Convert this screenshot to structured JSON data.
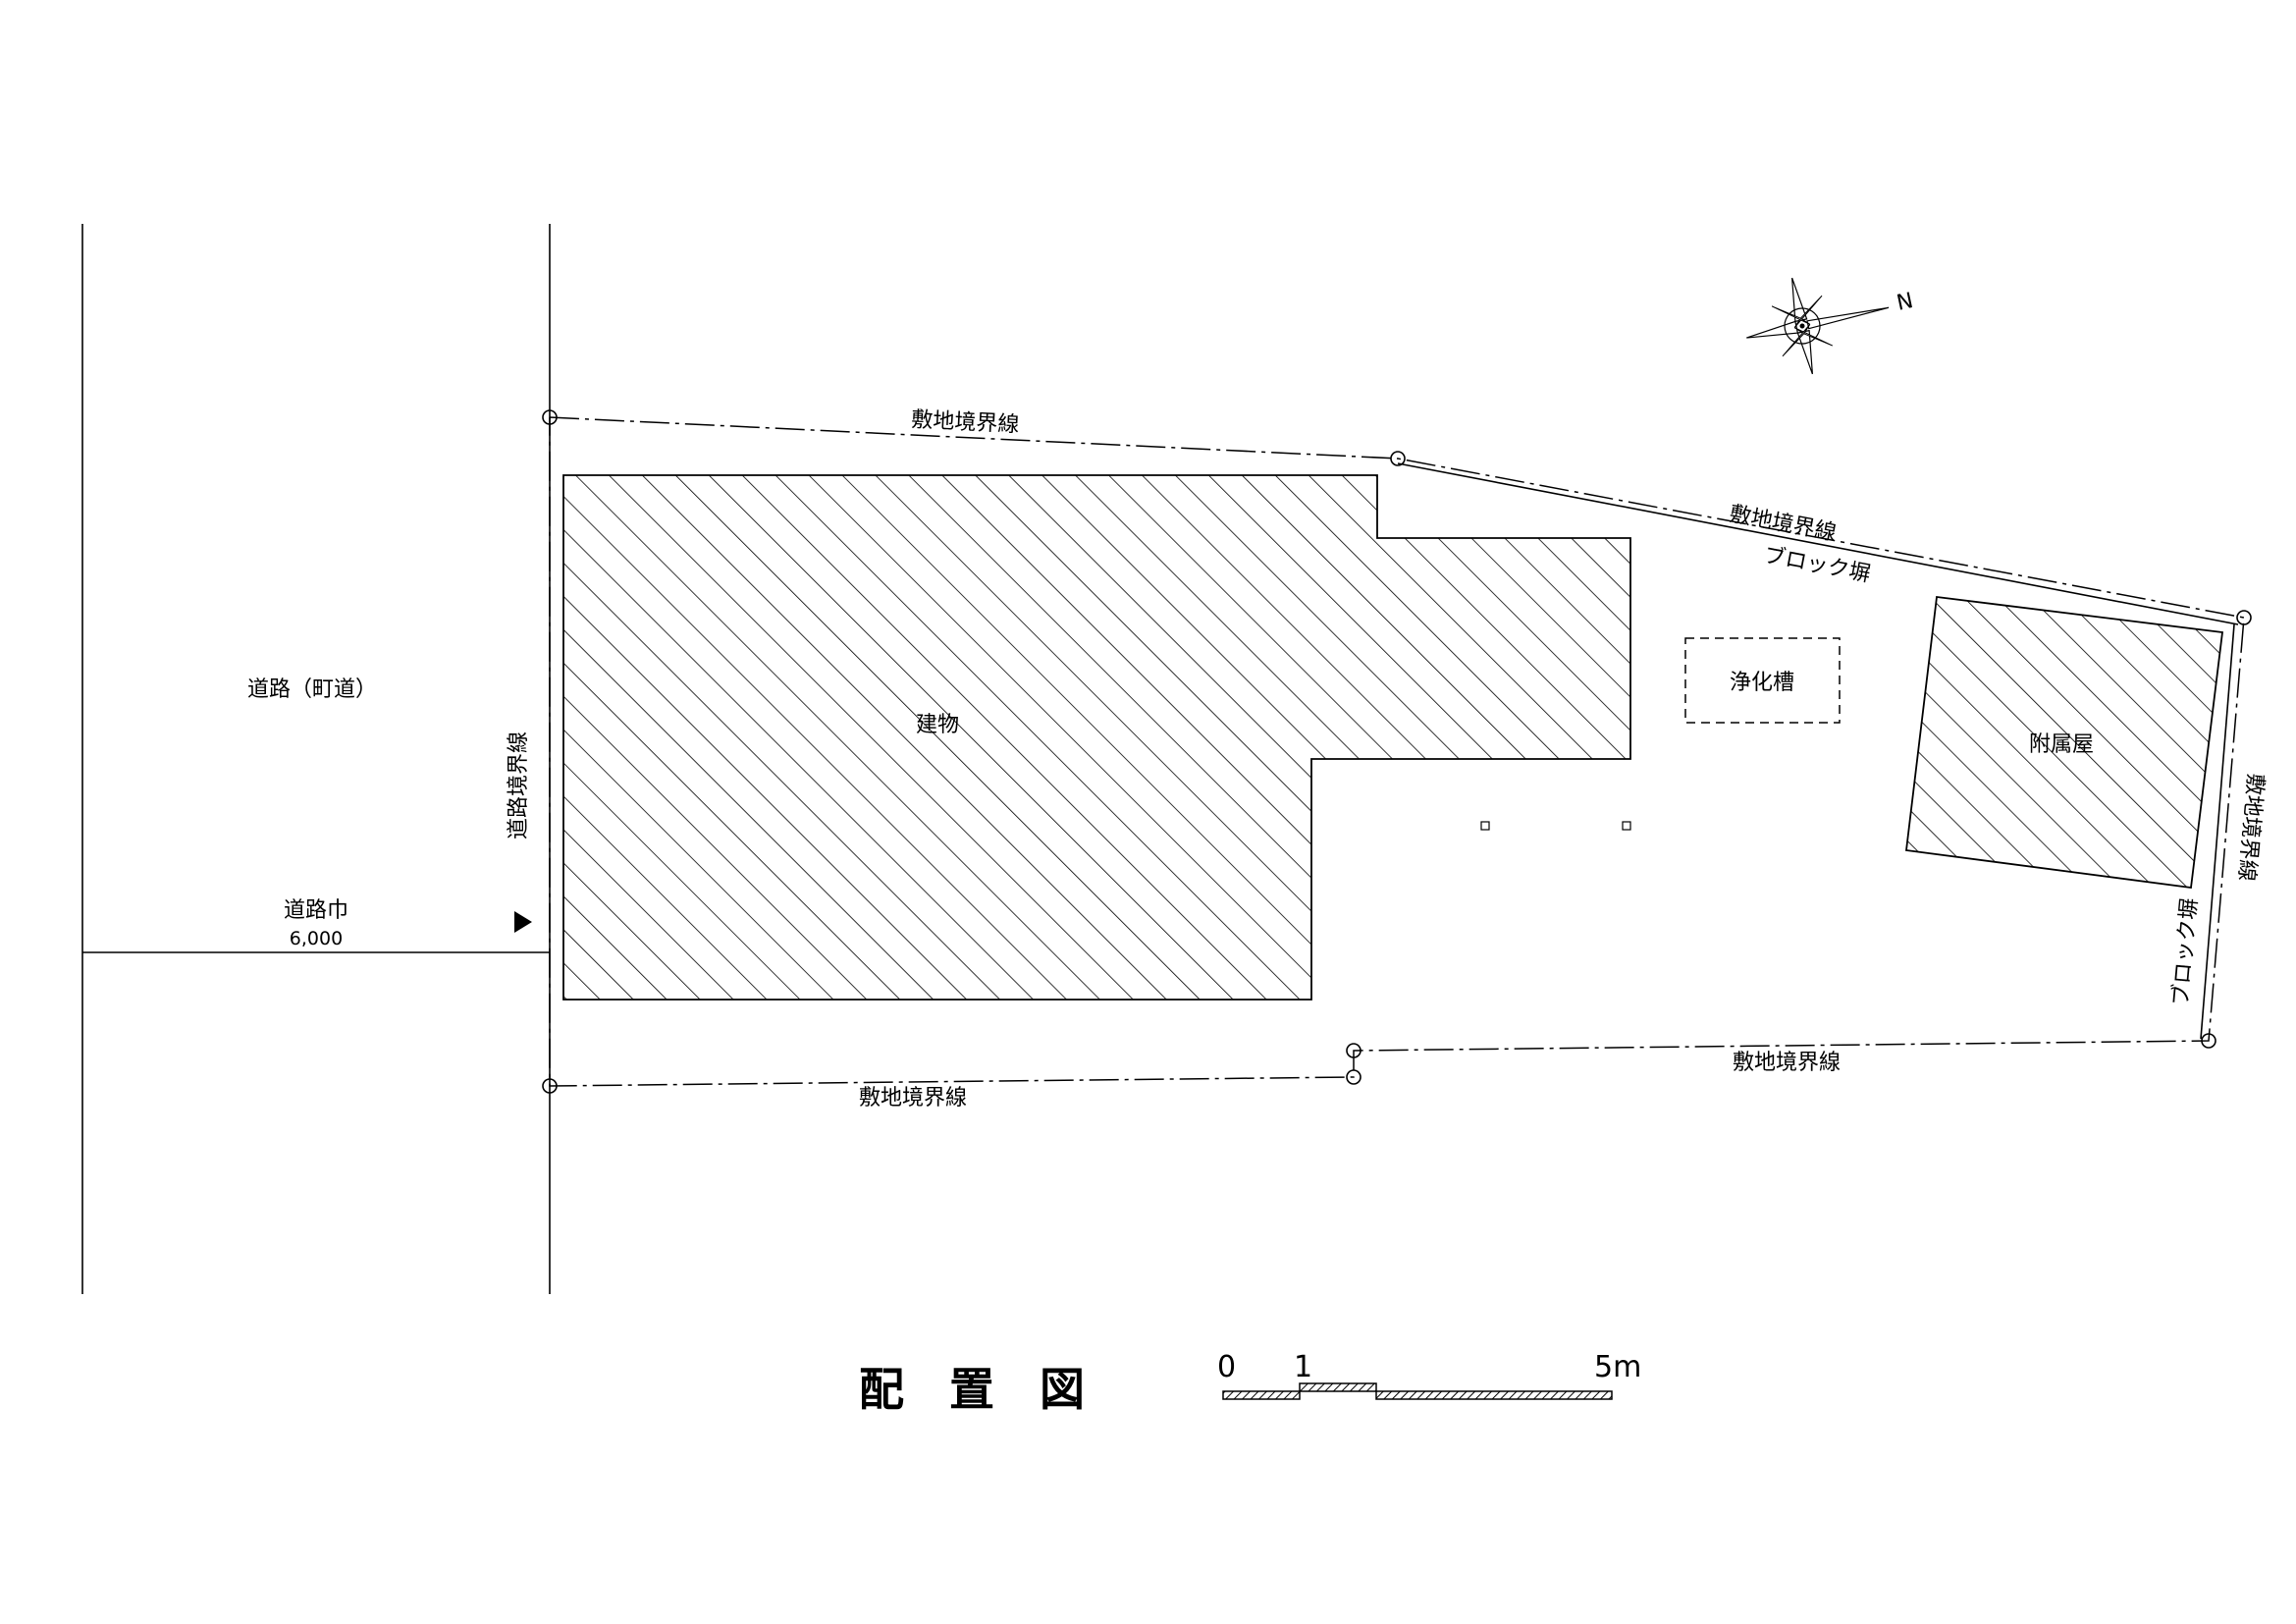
{
  "drawing": {
    "title": "配　置　図",
    "road_label": "道路（町道）",
    "road_width_label": "道路巾",
    "road_width_value": "6,000",
    "road_boundary_label": "道路境界線",
    "site_boundary_label": "敷地境界線",
    "block_wall_label": "ブロック塀",
    "building_label": "建物",
    "septic_label": "浄化槽",
    "annex_label": "附属屋",
    "north_label": "N"
  },
  "scale_bar": {
    "label_0": "0",
    "label_1": "1",
    "label_5": "5m"
  }
}
